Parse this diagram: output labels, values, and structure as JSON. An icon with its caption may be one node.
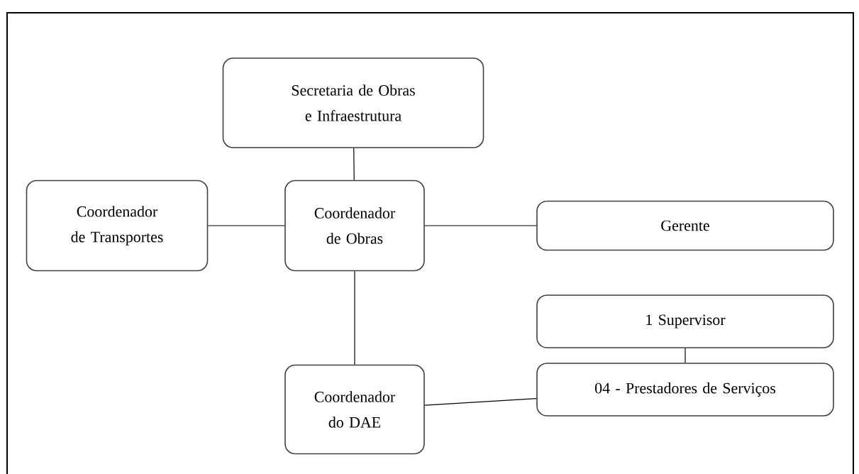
{
  "diagram": {
    "nodes": [
      {
        "text": [
          "Secretaria de Obras e Infraestrutura"
        ]
      },
      {
        "text": [
          "Coordenador de Transportes"
        ]
      },
      {
        "text": [
          "Coordenador de Obras"
        ]
      },
      {
        "text": [
          "Gerente"
        ]
      },
      {
        "text": [
          "Coordenador do DAE"
        ]
      },
      {
        "text": [
          "1 Supervisor"
        ]
      },
      {
        "text": [
          "04 -  Prestadores de Serviços"
        ]
      }
    ],
    "edges": [
      {
        "from": 0,
        "to": 2,
        "arrow": "none"
      },
      {
        "from": 1,
        "to": 2,
        "arrow": "none"
      },
      {
        "from": 2,
        "to": 3,
        "arrow": "none"
      },
      {
        "from": 2,
        "to": 4,
        "arrow": "none"
      },
      {
        "from": 4,
        "to": 6,
        "arrow": "none"
      },
      {
        "from": 5,
        "to": 6,
        "arrow": "none"
      }
    ]
  }
}
